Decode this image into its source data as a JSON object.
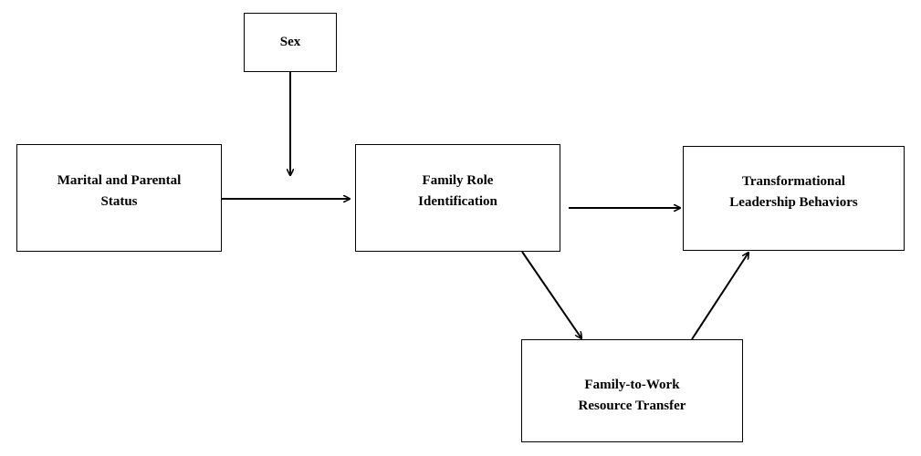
{
  "nodes": {
    "sex": {
      "lines": [
        "Sex"
      ]
    },
    "marital_parental_status": {
      "lines": [
        "Marital and Parental",
        "Status"
      ]
    },
    "family_role_identification": {
      "lines": [
        "Family Role",
        "Identification"
      ]
    },
    "transformational_leadership": {
      "lines": [
        "Transformational",
        "Leadership Behaviors"
      ]
    },
    "family_to_work_transfer": {
      "lines": [
        "Family-to-Work",
        "Resource Transfer"
      ]
    }
  },
  "edges": [
    {
      "from": "sex",
      "to": "path_status_to_family",
      "type": "moderation"
    },
    {
      "from": "marital_parental_status",
      "to": "family_role_identification"
    },
    {
      "from": "family_role_identification",
      "to": "transformational_leadership"
    },
    {
      "from": "family_role_identification",
      "to": "family_to_work_transfer"
    },
    {
      "from": "family_to_work_transfer",
      "to": "transformational_leadership"
    }
  ],
  "colors": {
    "stroke": "#000000",
    "background": "#ffffff"
  }
}
